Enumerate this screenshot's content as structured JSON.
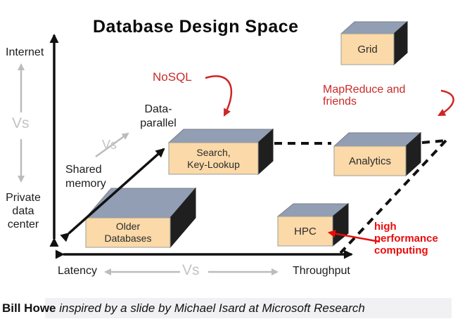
{
  "title": "Database Design Space",
  "vertical_axis": {
    "top_label": "Internet",
    "vs": "Vs",
    "bottom_label_lines": [
      "Private",
      "data",
      "center"
    ]
  },
  "depth_axis": {
    "far_label_lines": [
      "Data-",
      "parallel"
    ],
    "vs": "Vs",
    "near_label_lines": [
      "Shared",
      "memory"
    ]
  },
  "horizontal_axis": {
    "left_label": "Latency",
    "vs": "Vs",
    "right_label": "Throughput"
  },
  "boxes": {
    "grid": {
      "label": "Grid"
    },
    "search": {
      "lines": [
        "Search,",
        "Key-Lookup"
      ]
    },
    "analytics": {
      "label": "Analytics"
    },
    "older": {
      "lines": [
        "Older",
        "Databases"
      ]
    },
    "hpc": {
      "label": "HPC"
    }
  },
  "annotations": {
    "nosql": "NoSQL",
    "mapreduce_lines": [
      "MapReduce and",
      "friends"
    ],
    "hpc_lines": [
      "high",
      "performance",
      "computing"
    ]
  },
  "caption": {
    "author": "Bill Howe",
    "credit": "inspired by a slide by Michael Isard at Microsoft Research"
  },
  "colors": {
    "box_front": "#fbd9a8",
    "box_top": "#919eb4",
    "box_side": "#1f1f1f",
    "annotation_red": "#c92a2a",
    "annotation_red_bright": "#ea0c0c",
    "axis_black": "#111111",
    "gray": "#bcbcbc",
    "caption_backdrop": "#f1f1f4"
  }
}
